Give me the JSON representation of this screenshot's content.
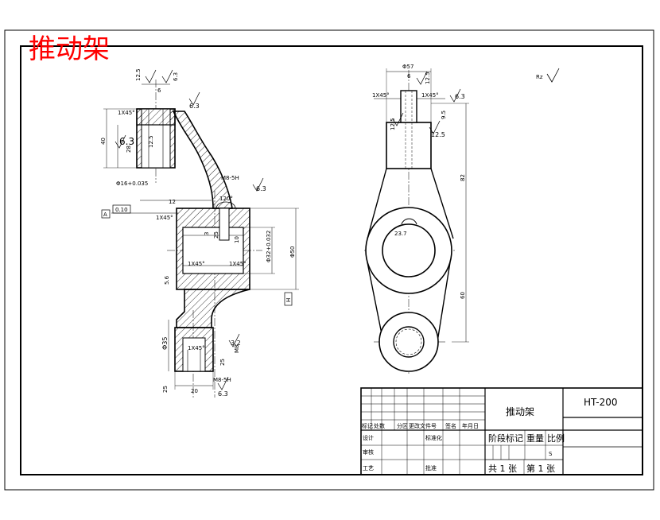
{
  "title_overlay": "推动架",
  "colors": {
    "title": "#ff0000",
    "line": "#000000",
    "hatch": "#000000"
  },
  "roughness": {
    "general": "Rz",
    "r12_5": "12.5",
    "r6_3": "6.3",
    "r3_2": "3.2"
  },
  "front_view": {
    "chamfer_top": "1X45°",
    "chamfer_mid": "1X45°",
    "chamfer_inner": "1X45°",
    "chamfer_bottom": "1X45°",
    "dim_40": "40",
    "dim_28": "28",
    "dim_16": "Φ16+0.035",
    "dim_12": "12",
    "dim_6": "6",
    "datum": "A",
    "tol": "0.10",
    "thread": "M8-5H",
    "angle": "120°",
    "hole_3": "3",
    "dim_25": "25",
    "dim_10": "10",
    "dim_32": "Φ32+0.032",
    "dim_50": "Φ50",
    "dim_5_6": "5.6",
    "dim_35": "Φ35",
    "dim_m8": "M8",
    "dim_25b": "25",
    "dim_20": "20",
    "dim_h": "H"
  },
  "side_view": {
    "dim_57": "Φ57",
    "dim_6": "6",
    "chamfer": "1X45°",
    "dim_9_5": "9.5",
    "dim_82": "82",
    "dim_60": "60",
    "r_23_7": "23.7"
  },
  "title_block": {
    "part_name": "推动架",
    "material": "HT-200",
    "col_mark": "标记",
    "col_count": "处数",
    "col_zone": "分区",
    "col_doc": "更改文件号",
    "col_sign": "签名",
    "col_date": "年月日",
    "row_design": "设计",
    "row_check": "审核",
    "row_process": "工艺",
    "std": "标准化",
    "approve": "批准",
    "stage": "阶段标记",
    "weight": "重量",
    "scale": "比例",
    "sheet_total": "共 1 张",
    "sheet_no": "第 1 张",
    "stage_mark": "S"
  }
}
